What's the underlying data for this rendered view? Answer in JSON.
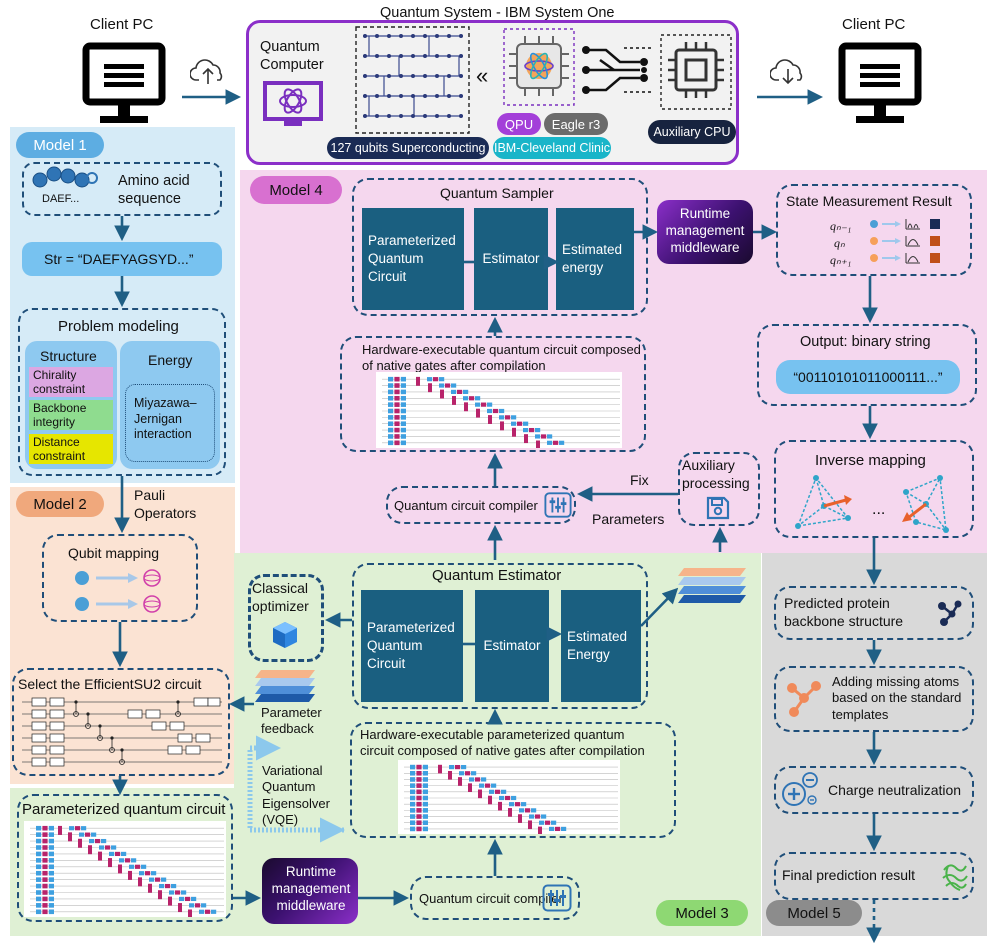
{
  "header": {
    "client_left": "Client PC",
    "client_right": "Client PC",
    "system_title": "Quantum System - IBM System One"
  },
  "quantum_system": {
    "computer_label": "Quantum\nComputer",
    "qubits_badge": "127 qubits Superconducting",
    "qpu_badge": "QPU",
    "eagle_badge": "Eagle r3",
    "clinic_badge": "IBM-Cleveland Clinic",
    "aux_badge": "Auxiliary  CPU",
    "arrow_glyph": "«"
  },
  "model1": {
    "badge": "Model 1",
    "amino_label": "Amino acid\nsequence",
    "amino_code": "DAEF...",
    "str_label": "Str = “DAEFYAGSYD...”",
    "problem_title": "Problem modeling",
    "structure_title": "Structure",
    "energy_title": "Energy",
    "chirality": "Chirality\nconstraint",
    "backbone": "Backbone\nintegrity",
    "distance": "Distance\nconstraint",
    "mj": "Miyazawa–\nJernigan\ninteraction"
  },
  "model2": {
    "badge": "Model 2",
    "pauli": "Pauli\nOperators",
    "qubit_mapping": "Qubit mapping",
    "efficient_su2": "Select the EfficientSU2 circuit"
  },
  "model3": {
    "badge": "Model 3",
    "estimator_title": "Quantum Estimator",
    "param_circuit": "Parameterized\nQuantum\nCircuit",
    "estimator": "Estimator",
    "energy": "Estimated\nEnergy",
    "classical_optimizer": "Classical\noptimizer",
    "param_feedback": "Parameter\nfeedback",
    "vqe": "Variational\nQuantum\nEigensolver\n(VQE)",
    "hw_label": "Hardware-executable parameterized quantum\ncircuit composed of native gates after compilation",
    "param_qc_title": "Parameterized quantum circuit",
    "runtime": "Runtime\nmanagement\nmiddleware",
    "compiler": "Quantum circuit compiler"
  },
  "model4": {
    "badge": "Model 4",
    "sampler_title": "Quantum Sampler",
    "param_circuit": "Parameterized\nQuantum\nCircuit",
    "estimator": "Estimator",
    "energy": "Estimated\nenergy",
    "runtime": "Runtime\nmanagement\nmiddleware",
    "state_title": "State Measurement Result",
    "q_labels": [
      "qₙ₋₁",
      "qₙ",
      "qₙ₊₁"
    ],
    "hw_label": "Hardware-executable quantum circuit composed\nof native gates after compilation",
    "compiler": "Quantum circuit compiler",
    "aux_processing": "Auxiliary\nprocessing",
    "fix": "Fix",
    "parameters": "Parameters",
    "output_title": "Output: binary string",
    "binary": "“00110101011000111...”",
    "inverse_mapping": "Inverse mapping",
    "ellipsis": "..."
  },
  "model5": {
    "badge": "Model 5",
    "predicted": "Predicted protein\nbackbone structure",
    "adding": "Adding missing atoms\nbased on the standard\ntemplates",
    "charge": "Charge neutralization",
    "final": "Final prediction result"
  },
  "colors": {
    "model1_bg": "#d6ebf7",
    "model2_bg": "#fbe3d3",
    "model3_bg": "#dff0d4",
    "model4_bg": "#f5d7ee",
    "model5_bg": "#d9d9d9",
    "teal": "#1a5f80",
    "dash": "#1f4e79",
    "chirality": "#dca7e2",
    "backbone": "#8fdc8f",
    "distance": "#e6e600"
  }
}
